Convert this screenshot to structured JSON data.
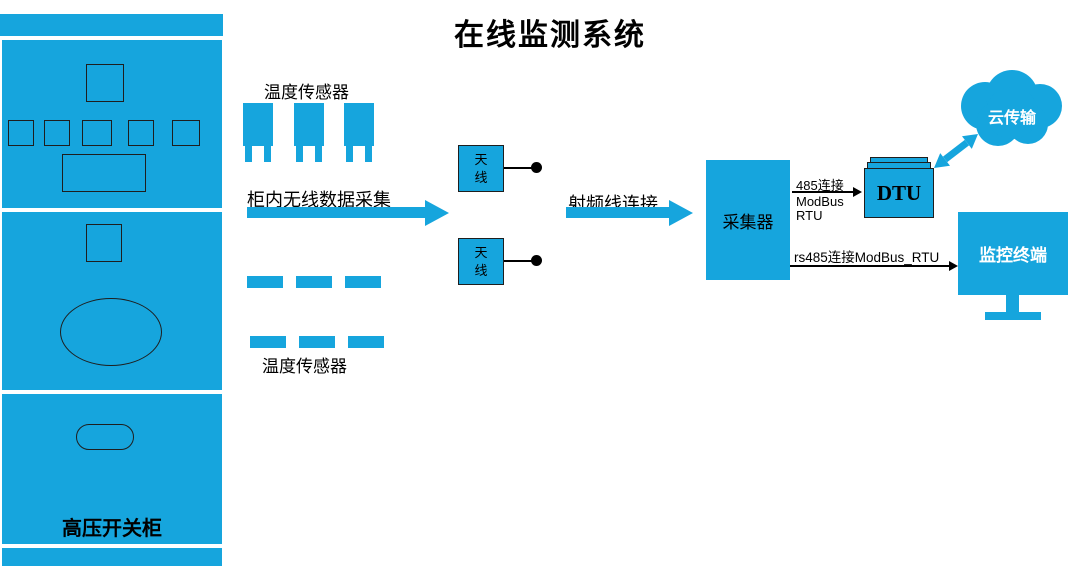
{
  "title": "在线监测系统",
  "colors": {
    "accent": "#16A5DD",
    "text": "#000000",
    "light_text": "#FFFFFF"
  },
  "cabinet": {
    "label": "高压开关柜"
  },
  "sensors": {
    "top_label": "温度传感器",
    "bottom_label": "温度传感器"
  },
  "links": {
    "wireless": "柜内无线数据采集",
    "rf": "射频线连接",
    "dtu_line1": "485连接",
    "dtu_line2": "ModBus",
    "dtu_line3": "RTU",
    "monitor": "rs485连接ModBus_RTU"
  },
  "antenna": {
    "label": "天线"
  },
  "collector": {
    "label": "采集器"
  },
  "dtu": {
    "label": "DTU"
  },
  "cloud": {
    "label": "云传输"
  },
  "monitor": {
    "label": "监控终端"
  },
  "icons": {
    "cloud": "cloud-icon",
    "monitor": "monitor-icon",
    "antenna_port": "black-dot-icon",
    "flow_arrow": "right-arrow-icon",
    "cloud_link": "double-arrow-icon"
  }
}
